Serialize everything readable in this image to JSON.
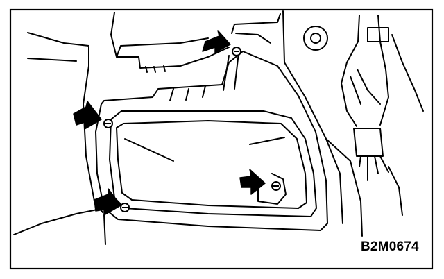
{
  "figure": {
    "reference_code": "B2M0674",
    "colors": {
      "ink": "#000000",
      "paper": "#ffffff"
    },
    "callout_arrows": [
      {
        "id": "arrow-top-right",
        "target": "screw-top-right"
      },
      {
        "id": "arrow-upper-left",
        "target": "screw-upper-left"
      },
      {
        "id": "arrow-lower-left",
        "target": "screw-lower-left"
      },
      {
        "id": "arrow-lower-right",
        "target": "screw-lower-right"
      }
    ],
    "screws": [
      "screw-top-right",
      "screw-upper-left",
      "screw-lower-left",
      "screw-lower-right"
    ]
  }
}
